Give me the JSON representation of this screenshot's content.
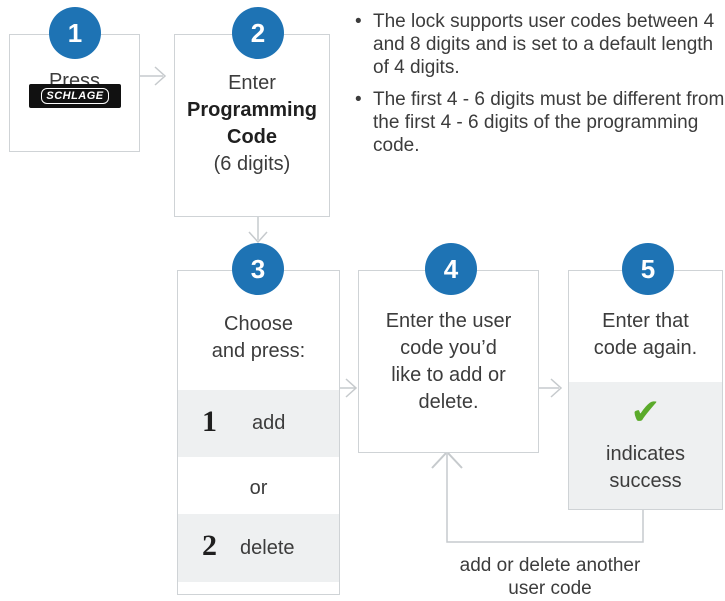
{
  "notes": [
    "The lock supports user codes between 4 and 8 digits and is set to a default length of 4 digits.",
    "The first 4 - 6 digits must be different from the first 4 - 6 digits of the programming code."
  ],
  "bullet_char": "•",
  "steps": {
    "s1": {
      "number": "1",
      "text": "Press",
      "logo_text": "SCHLAGE"
    },
    "s2": {
      "number": "2",
      "line1": "Enter",
      "line2": "Programming",
      "line3": "Code",
      "line4": "(6 digits)"
    },
    "s3": {
      "number": "3",
      "line1": "Choose",
      "line2": "and press:",
      "option1_key": "1",
      "option1_label": "add",
      "or": "or",
      "option2_key": "2",
      "option2_label": "delete"
    },
    "s4": {
      "number": "4",
      "lines": [
        "Enter the user",
        "code you’d",
        "like to add or",
        "delete."
      ]
    },
    "s5": {
      "number": "5",
      "line1": "Enter that",
      "line2": "code again.",
      "check": "✔",
      "line3": "indicates",
      "line4": "success"
    }
  },
  "loop_label": {
    "line1": "add or delete another",
    "line2": "user code"
  },
  "colors": {
    "badge": "#1e73b4",
    "border": "#cfd3d6",
    "shade": "#eef0f1",
    "check": "#5aaa2a",
    "arrow": "#c6cacd"
  },
  "icons": {
    "check": "checkmark-icon",
    "logo": "schlage-logo"
  }
}
